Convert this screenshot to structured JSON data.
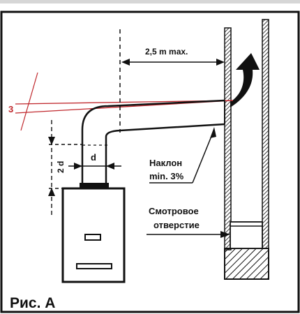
{
  "figure": {
    "caption": "Рис. А",
    "labels": {
      "max_distance": "2,5 m max.",
      "pipe_diameter": "d",
      "rise_height": "2 d",
      "slope_line1": "Наклон",
      "slope_line2": "min. 3%",
      "inspection_line1": "Смотровое",
      "inspection_line2": "отверстие",
      "callout_number": "3"
    },
    "colors": {
      "ink": "#111111",
      "annotation": "#c0282d",
      "frame_top": "#d6d6d6"
    }
  }
}
